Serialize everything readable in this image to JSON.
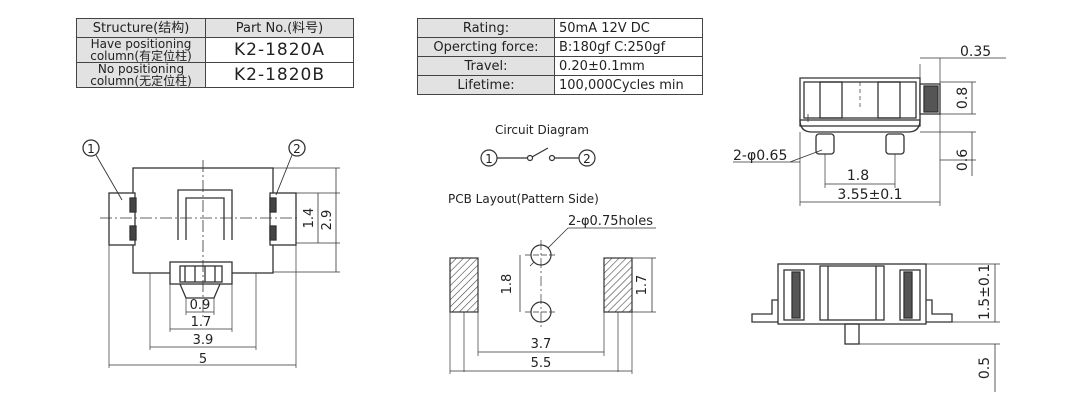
{
  "part_table": {
    "header": [
      "Structure(结构)",
      "Part No.(料号)"
    ],
    "rows": [
      {
        "label": "Have positioning column(有定位柱)",
        "part": "K2-1820A"
      },
      {
        "label": "No positioning column(无定位柱)",
        "part": "K2-1820B"
      }
    ]
  },
  "rating_table": {
    "rows": [
      {
        "key": "Rating:",
        "value": "50mA 12V DC"
      },
      {
        "key": "Opercting force:",
        "value": "B:180gf  C:250gf"
      },
      {
        "key": "Travel:",
        "value": "0.20±0.1mm"
      },
      {
        "key": "Lifetime:",
        "value": "100,000Cycles min"
      }
    ]
  },
  "top_view": {
    "pin1": "1",
    "pin2": "2",
    "dims": {
      "d1_4": "1.4",
      "d2_9": "2.9",
      "d0_9": "0.9",
      "d1_7": "1.7",
      "d3_9": "3.9",
      "d5": "5"
    }
  },
  "circuit": {
    "title": "Circuit Diagram",
    "pin1": "1",
    "pin2": "2"
  },
  "pcb": {
    "title": "PCB Layout(Pattern Side)",
    "holes": "2-φ0.75holes",
    "dims": {
      "d1_8": "1.8",
      "d1_7": "1.7",
      "d3_7": "3.7",
      "d5_5": "5.5"
    }
  },
  "side_view": {
    "dims": {
      "d0_35": "0.35",
      "d0_8": "0.8",
      "d0_6": "0.6",
      "phi": "2-φ0.65",
      "d1_8": "1.8",
      "d3_55": "3.55±0.1"
    }
  },
  "front_view": {
    "dims": {
      "d1_5": "1.5±0.1",
      "d0_5": "0.5"
    }
  }
}
